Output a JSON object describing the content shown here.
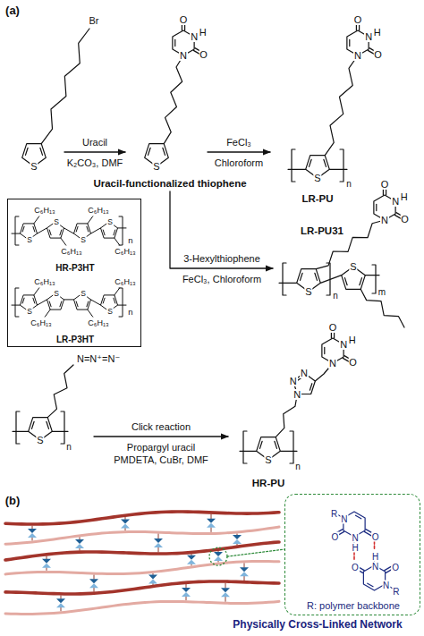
{
  "diagram": {
    "nodes": [
      {
        "text": [
          "C₆H₁₃",
          "C₆H₁₃",
          "C₆H₁₃",
          "C₆H₁₃",
          "S",
          "S",
          "S",
          "S",
          "n",
          "HR-P3HT",
          "C₆H₁₃",
          "C₆H₁₃",
          "C₆H₁₃",
          "C₆H₁₃",
          "S",
          "S",
          "S",
          "S",
          "n",
          "LR-P3HT"
        ]
      },
      {
        "text": [
          "R",
          "N",
          "O",
          "N",
          "H",
          "O",
          "O",
          "H",
          "N",
          "O",
          "N",
          "R",
          "R: polymer backbone"
        ]
      }
    ],
    "labels": [
      "(a)",
      "Br",
      "S",
      "Uracil",
      "K₂CO₃, DMF",
      "O",
      "H",
      "N",
      "O",
      "N",
      "S",
      "Uracil-functionalized thiophene",
      "FeCl₃",
      "Chloroform",
      "O",
      "H",
      "N",
      "O",
      "N",
      "S",
      "n",
      "LR-PU",
      "3-Hexylthiophene",
      "FeCl₃, Chloroform",
      "O",
      "H",
      "N",
      "O",
      "N",
      "LR-PU31",
      "S",
      "S",
      "n",
      "m",
      "N=N⁺=N⁻",
      "S",
      "n",
      "Click reaction",
      "Propargyl uracil",
      "PMDETA, CuBr, DMF",
      "O",
      "H",
      "N",
      "O",
      "N",
      "N",
      "N",
      "N",
      "S",
      "n",
      "HR-PU",
      "(b)",
      "Physically Cross-Linked Network"
    ]
  }
}
